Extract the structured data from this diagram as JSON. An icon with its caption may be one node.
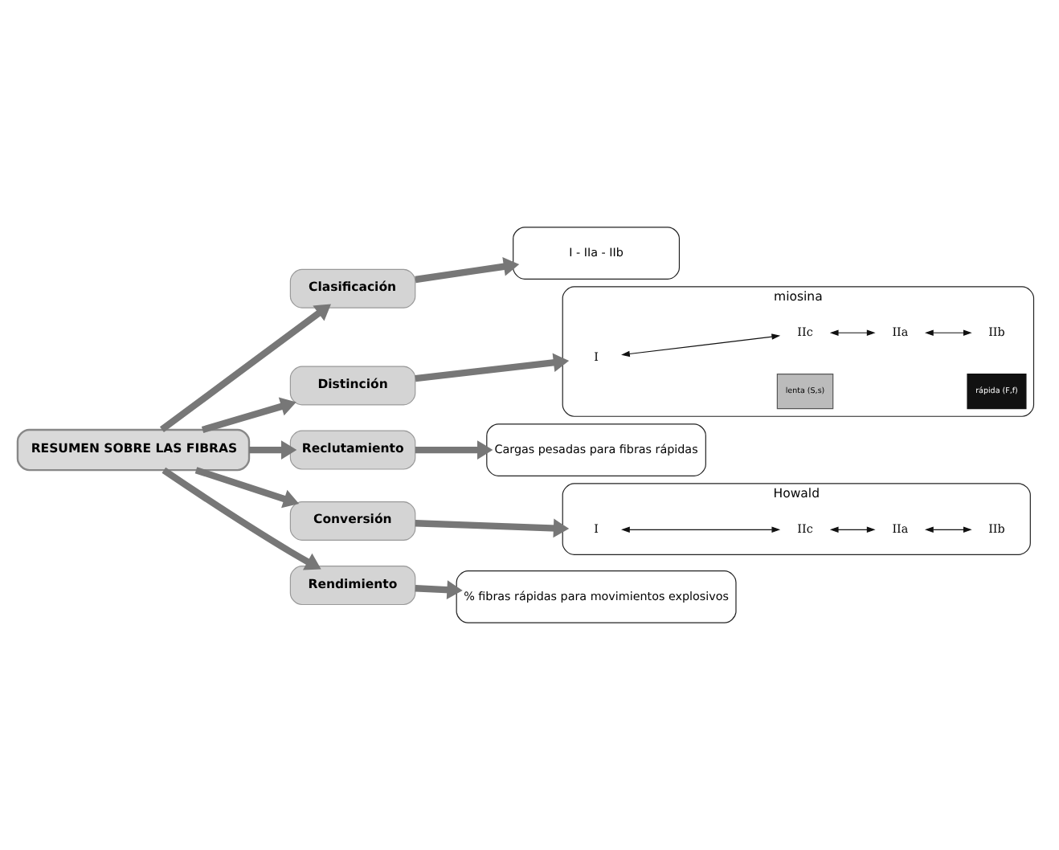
{
  "diagram": {
    "nodes": [
      {
        "text": [
          "RESUMEN SOBRE LAS FIBRAS"
        ]
      },
      {
        "text": [
          "Clasificación"
        ]
      },
      {
        "text": [
          "I - IIa - IIb"
        ]
      },
      {
        "text": [
          "Distinción"
        ]
      },
      {
        "text": [
          "miosina"
        ]
      },
      {
        "text": [
          "I"
        ],
        "in": 4
      },
      {
        "text": [
          "IIc"
        ],
        "in": 4
      },
      {
        "text": [
          "IIa"
        ],
        "in": 4
      },
      {
        "text": [
          "IIb"
        ],
        "in": 4
      },
      {
        "text": [
          "lenta (S,s)"
        ],
        "in": 4
      },
      {
        "text": [
          "rápida (F,f)"
        ],
        "in": 4
      },
      {
        "text": [
          "Reclutamiento"
        ]
      },
      {
        "text": [
          "Cargas pesadas para fibras rápidas"
        ]
      },
      {
        "text": [
          "Conversión"
        ]
      },
      {
        "text": [
          "Howald"
        ]
      },
      {
        "text": [
          "I"
        ],
        "in": 14
      },
      {
        "text": [
          "IIc"
        ],
        "in": 14
      },
      {
        "text": [
          "IIa"
        ],
        "in": 14
      },
      {
        "text": [
          "IIb"
        ],
        "in": 14
      },
      {
        "text": [
          "Rendimiento"
        ]
      },
      {
        "text": [
          "% fibras rápidas para movimientos explosivos"
        ]
      }
    ],
    "edges": [
      {
        "from": 0,
        "to": 1,
        "arrow": "to"
      },
      {
        "from": 0,
        "to": 3,
        "arrow": "to"
      },
      {
        "from": 0,
        "to": 11,
        "arrow": "to"
      },
      {
        "from": 0,
        "to": 13,
        "arrow": "to"
      },
      {
        "from": 0,
        "to": 19,
        "arrow": "to"
      },
      {
        "from": 1,
        "to": 2,
        "arrow": "to"
      },
      {
        "from": 3,
        "to": 4,
        "arrow": "to"
      },
      {
        "from": 11,
        "to": 12,
        "arrow": "to"
      },
      {
        "from": 13,
        "to": 14,
        "arrow": "to"
      },
      {
        "from": 19,
        "to": 20,
        "arrow": "to"
      },
      {
        "from": 5,
        "to": 6,
        "arrow": "both",
        "color": "#111111"
      },
      {
        "from": 6,
        "to": 7,
        "arrow": "both",
        "color": "#111111"
      },
      {
        "from": 7,
        "to": 8,
        "arrow": "both",
        "color": "#111111"
      },
      {
        "from": 15,
        "to": 16,
        "arrow": "both",
        "color": "#111111"
      },
      {
        "from": 16,
        "to": 17,
        "arrow": "both",
        "color": "#111111"
      },
      {
        "from": 17,
        "to": 18,
        "arrow": "both",
        "color": "#111111"
      }
    ]
  }
}
